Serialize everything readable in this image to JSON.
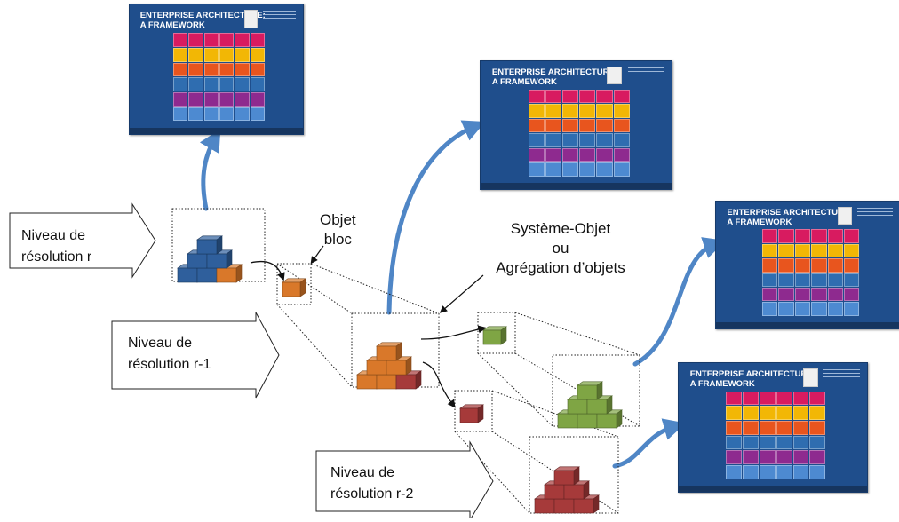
{
  "labels": {
    "niveau_r": [
      "Niveau de",
      "résolution r"
    ],
    "niveau_r1": [
      "Niveau de",
      "résolution r-1"
    ],
    "niveau_r2": [
      "Niveau de",
      "résolution r-2"
    ],
    "objet_bloc": [
      "Objet",
      "bloc"
    ],
    "systeme_objet": [
      "Système-Objet",
      "ou",
      "Agrégation d’objets"
    ]
  },
  "poster": {
    "title_line1": "ENTERPRISE ARCHITECTURE:",
    "title_line2": "A FRAMEWORK",
    "row_colors": [
      "#d81b60",
      "#f2b705",
      "#e8551e",
      "#2f6db0",
      "#8e2a8f",
      "#4d8ad1"
    ]
  },
  "colors": {
    "arrow": "#4f86c6",
    "blue_block": "#2f5f9c",
    "orange_block": "#d9782a",
    "green_block": "#7fa544",
    "red_block": "#a63a3a",
    "dotted_line": "#222222"
  }
}
